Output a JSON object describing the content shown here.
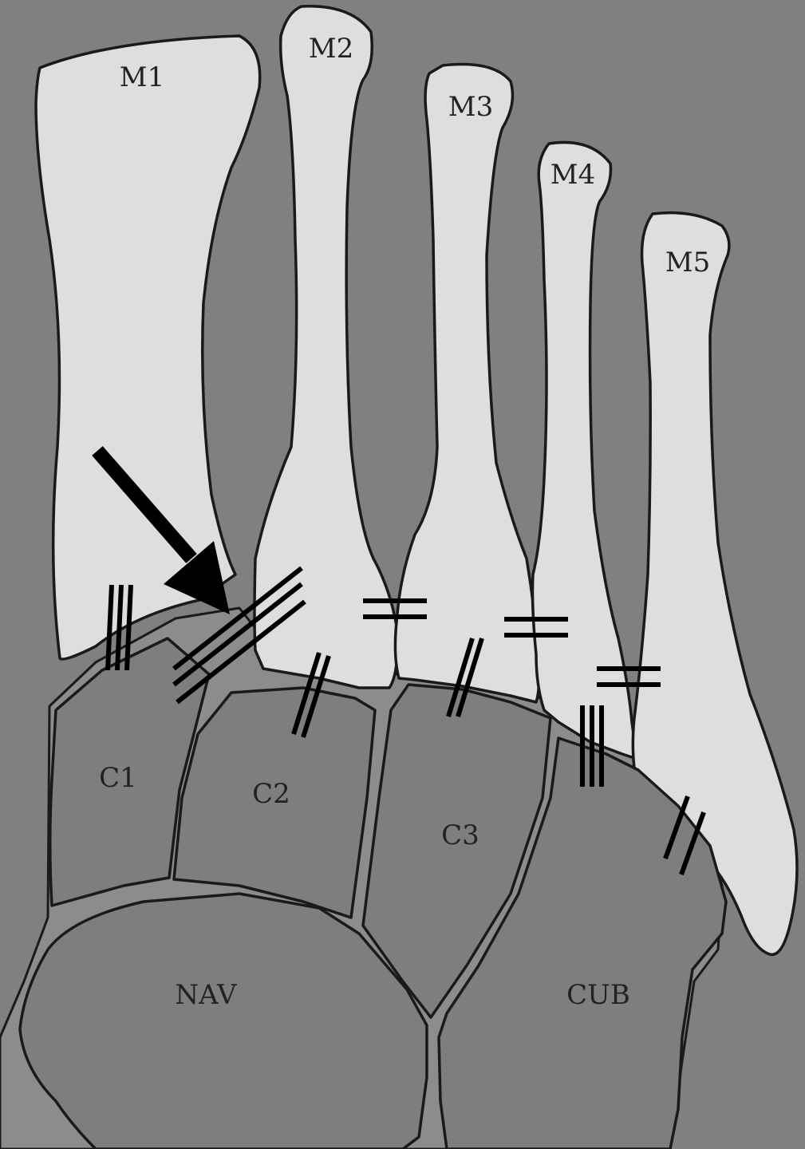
{
  "labels": {
    "m1": "M1",
    "m2": "M2",
    "m3": "M3",
    "m4": "M4",
    "m5": "M5",
    "c1": "C1",
    "c2": "C2",
    "c3": "C3",
    "nav": "NAV",
    "cub": "CUB"
  },
  "colors": {
    "background": "#808080",
    "metatarsal_fill": "#dedede",
    "tarsal_fill": "#7e7e7e",
    "line": "#1a1a1a",
    "arrow": "#000000"
  }
}
